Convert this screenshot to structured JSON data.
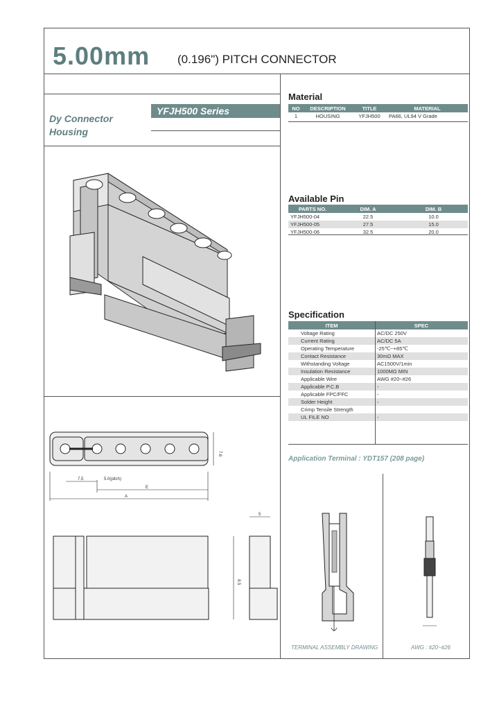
{
  "header": {
    "title_main": "5.00mm",
    "title_sub": "(0.196\") PITCH CONNECTOR"
  },
  "product": {
    "name_line1": "Dy Connector",
    "name_line2": "Housing",
    "series": "YFJH500 Series"
  },
  "material": {
    "title": "Material",
    "headers": [
      "NO",
      "DESCRIPTION",
      "TITLE",
      "MATERIAL"
    ],
    "rows": [
      [
        "1",
        "HOUSING",
        "YFJH500",
        "PA66, UL94 V Grade"
      ]
    ]
  },
  "available_pin": {
    "title": "Available Pin",
    "headers": [
      "PARTS NO.",
      "DIM. A",
      "DIM. B"
    ],
    "rows": [
      [
        "YFJH500-04",
        "22.5",
        "10.0"
      ],
      [
        "YFJH500-05",
        "27.5",
        "15.0"
      ],
      [
        "YFJH500-06",
        "32.5",
        "20.0"
      ]
    ]
  },
  "specification": {
    "title": "Specification",
    "headers": [
      "ITEM",
      "SPEC"
    ],
    "rows": [
      [
        "Voltage Rating",
        "AC/DC 250V"
      ],
      [
        "Current Rating",
        "AC/DC 5A"
      ],
      [
        "Operating Temperature",
        "-25℃~+85℃"
      ],
      [
        "Contact Resistance",
        "30mΩ MAX"
      ],
      [
        "Withstanding Voltage",
        "AC1500V/1min"
      ],
      [
        "Insulation Resistance",
        "1000MΩ MIN"
      ],
      [
        "Applicable Wire",
        "AWG #20~#26"
      ],
      [
        "Applicable P.C.B",
        "-"
      ],
      [
        "Applicable FPC/FFC",
        "-"
      ],
      [
        "Solder Height",
        "-"
      ],
      [
        "Crimp Tensile Strength",
        ""
      ],
      [
        "UL FILE NO",
        "-"
      ]
    ]
  },
  "application_terminal": "Application Terminal : YDT157 (208 page)",
  "captions": {
    "assembly": "TERMINAL ASSEMBLY DRAWING",
    "awg": "AWG : #20~#26"
  },
  "dimensions": {
    "pitch": "5.0(pitch)",
    "e_label": "E",
    "a_label": "A",
    "side_width": "5",
    "height": "8.5",
    "depth": "7.6",
    "offset": "7.5"
  }
}
